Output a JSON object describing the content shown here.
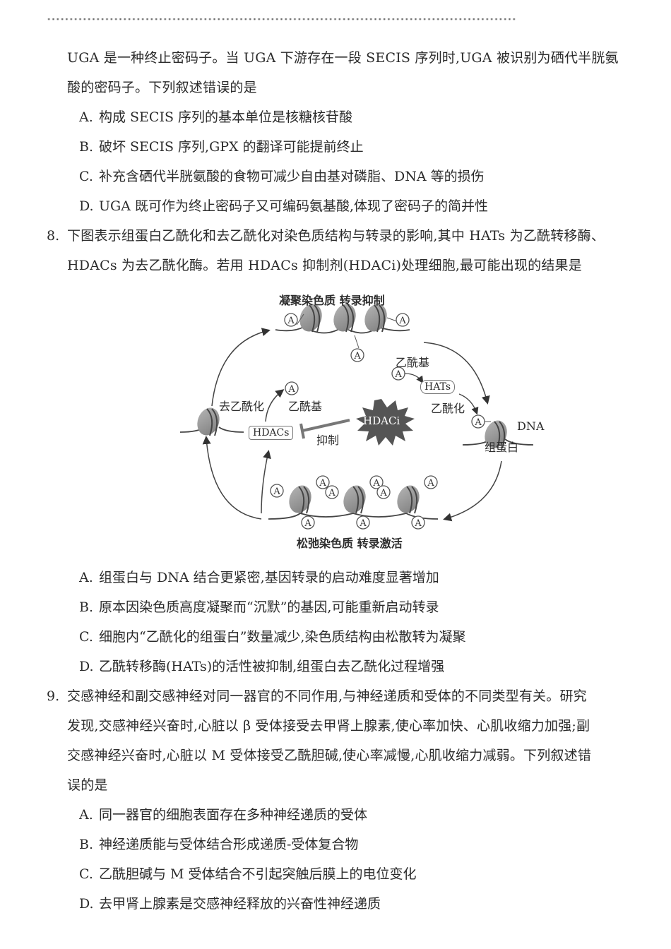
{
  "top_cut_line": "……………………………………………………………………………………………",
  "q7": {
    "stem_lines": [
      "UGA 是一种终止密码子。当 UGA 下游存在一段 SECIS 序列时,UGA 被识别为硒代半胱氨",
      "酸的密码子。下列叙述错误的是"
    ],
    "options": [
      {
        "letter": "A.",
        "text": "构成 SECIS 序列的基本单位是核糖核苷酸"
      },
      {
        "letter": "B.",
        "text": "破坏 SECIS 序列,GPX 的翻译可能提前终止"
      },
      {
        "letter": "C.",
        "text": "补充含硒代半胱氨酸的食物可减少自由基对磷脂、DNA 等的损伤"
      },
      {
        "letter": "D.",
        "text": "UGA 既可作为终止密码子又可编码氨基酸,体现了密码子的简并性"
      }
    ]
  },
  "q8": {
    "number": "8.",
    "stem_lines": [
      "下图表示组蛋白乙酰化和去乙酰化对染色质结构与转录的影响,其中 HATs 为乙酰转移酶、",
      "HDACs 为去乙酰化酶。若用 HDACs 抑制剂(HDACi)处理细胞,最可能出现的结果是"
    ],
    "diagram": {
      "top_label": "凝聚染色质 转录抑制",
      "bottom_label": "松弛染色质 转录激活",
      "acetyl_label_right": "乙酰基",
      "acetyl_label_left": "乙酰基",
      "acetylation_label": "乙酰化",
      "deacetylation_label": "去乙酰化",
      "hats": "HATs",
      "hdacs": "HDACs",
      "hdaci": "HDACi",
      "inhibit_label": "抑制",
      "dna_label": "DNA",
      "histone_label": "组蛋白",
      "acetyl_marker": "A"
    },
    "options": [
      {
        "letter": "A.",
        "text": "组蛋白与 DNA 结合更紧密,基因转录的启动难度显著增加"
      },
      {
        "letter": "B.",
        "text": "原本因染色质高度凝聚而“沉默”的基因,可能重新启动转录"
      },
      {
        "letter": "C.",
        "text": "细胞内“乙酰化的组蛋白”数量减少,染色质结构由松散转为凝聚"
      },
      {
        "letter": "D.",
        "text": "乙酰转移酶(HATs)的活性被抑制,组蛋白去乙酰化过程增强"
      }
    ]
  },
  "q9": {
    "number": "9.",
    "stem_lines": [
      "交感神经和副交感神经对同一器官的不同作用,与神经递质和受体的不同类型有关。研究",
      "发现,交感神经兴奋时,心脏以 β 受体接受去甲肾上腺素,使心率加快、心肌收缩力加强;副",
      "交感神经兴奋时,心脏以 M 受体接受乙酰胆碱,使心率减慢,心肌收缩力减弱。下列叙述错",
      "误的是"
    ],
    "options": [
      {
        "letter": "A.",
        "text": "同一器官的细胞表面存在多种神经递质的受体"
      },
      {
        "letter": "B.",
        "text": "神经递质能与受体结合形成递质-受体复合物"
      },
      {
        "letter": "C.",
        "text": "乙酰胆碱与 M 受体结合不引起突触后膜上的电位变化"
      },
      {
        "letter": "D.",
        "text": "去甲肾上腺素是交感神经释放的兴奋性神经递质"
      }
    ]
  }
}
